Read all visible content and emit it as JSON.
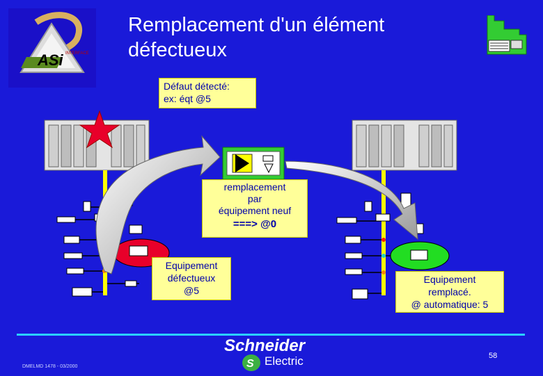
{
  "title": "Remplacement d'un élément défectueux",
  "fault_box": {
    "line1": "Défaut détecté:",
    "line2": "ex: éqt @5"
  },
  "replace_box": {
    "line1": "remplacement",
    "line2": "par",
    "line3": "équipement neuf",
    "line4": "===> @0"
  },
  "defective_box": {
    "line1": "Equipement",
    "line2": "défectueux",
    "line3": "@5"
  },
  "replaced_box": {
    "line1": "Equipement",
    "line2": "remplacé.",
    "line3": "@ automatique: 5"
  },
  "logo": {
    "text": "ASi",
    "sub": "INTERFACE"
  },
  "brand": {
    "line1": "Schneider",
    "line2": "Electric"
  },
  "footer_code": "DMELMD 1478 - 03/2000",
  "page_number": "58",
  "colors": {
    "background": "#1a1ad9",
    "box": "#ffff99",
    "box_text": "#0000aa",
    "bus": "#ffff00",
    "defect_node": "#e8002a",
    "replaced_node": "#22dd22",
    "accent_line": "#2ad0ff"
  }
}
